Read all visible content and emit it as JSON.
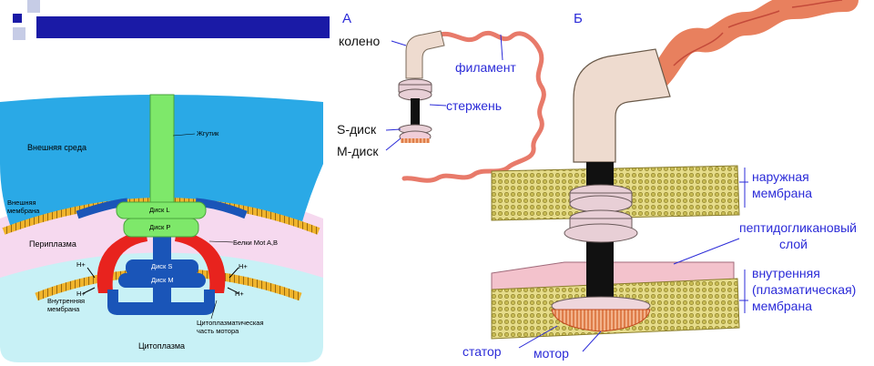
{
  "panel_a": {
    "letter": "А",
    "labels": {
      "hook": "колено",
      "filament": "филамент",
      "rod": "стержень",
      "s_disk": "S-диск",
      "m_disk": "М-диск"
    }
  },
  "panel_b": {
    "letter": "Б",
    "labels": {
      "outer_membrane_1": "наружная",
      "outer_membrane_2": "мембрана",
      "peptidoglycan_1": "пептидогликановый",
      "peptidoglycan_2": "слой",
      "inner_membrane_1": "внутренняя",
      "inner_membrane_2": "(плазматическая)",
      "inner_membrane_3": "мембрана",
      "stator": "статор",
      "motor": "мотор"
    }
  },
  "schematic": {
    "flagellum": "Жгутик",
    "external_env": "Внешняя среда",
    "outer_membrane_1": "Внешняя",
    "outer_membrane_2": "мембрана",
    "disk_l": "Диск L",
    "disk_p": "Диск P",
    "periplasm": "Периплазма",
    "mot_proteins": "Белки Mot A,B",
    "disk_s": "Диск S",
    "disk_m": "Диск M",
    "h_plus": "H+",
    "inner_membrane_1": "Внутренняя",
    "inner_membrane_2": "мембрана",
    "cyto_motor_1": "Цитоплазматическая",
    "cyto_motor_2": "часть мотора",
    "cytoplasm": "Цитоплазма"
  },
  "colors": {
    "header_bar": "#1a1aa6",
    "external": "#2aa9e6",
    "periplasm": "#f6d9ef",
    "cytoplasm": "#c8f1f6",
    "membrane": "#f0b42c",
    "flagellum": "#7ee86a",
    "mot": "#e8231e",
    "rotor": "#1a55b8",
    "label_blue": "#2b2bd8"
  }
}
